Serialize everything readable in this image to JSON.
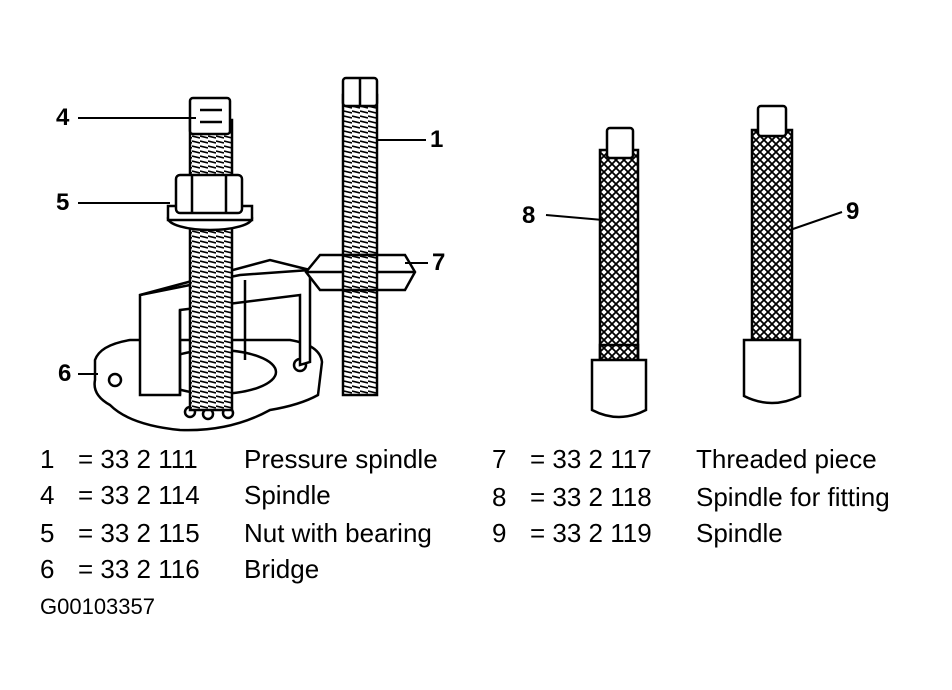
{
  "callouts": [
    "4",
    "1",
    "5",
    "7",
    "8",
    "9",
    "6"
  ],
  "legend": [
    {
      "num": "1",
      "code": "= 33 2 111",
      "name": "Pressure spindle"
    },
    {
      "num": "4",
      "code": "= 33 2 114",
      "name": "Spindle"
    },
    {
      "num": "5",
      "code": "= 33 2 115",
      "name": "Nut with bearing"
    },
    {
      "num": "6",
      "code": "= 33 2 116",
      "name": "Bridge"
    },
    {
      "num": "7",
      "code": "= 33 2 117",
      "name": "Threaded piece"
    },
    {
      "num": "8",
      "code": "= 33 2 118",
      "name": "Spindle for fitting"
    },
    {
      "num": "9",
      "code": "= 33 2 119",
      "name": "Spindle"
    }
  ],
  "figure_id": "G00103357",
  "colors": {
    "ink": "#000000",
    "paper": "#ffffff"
  }
}
